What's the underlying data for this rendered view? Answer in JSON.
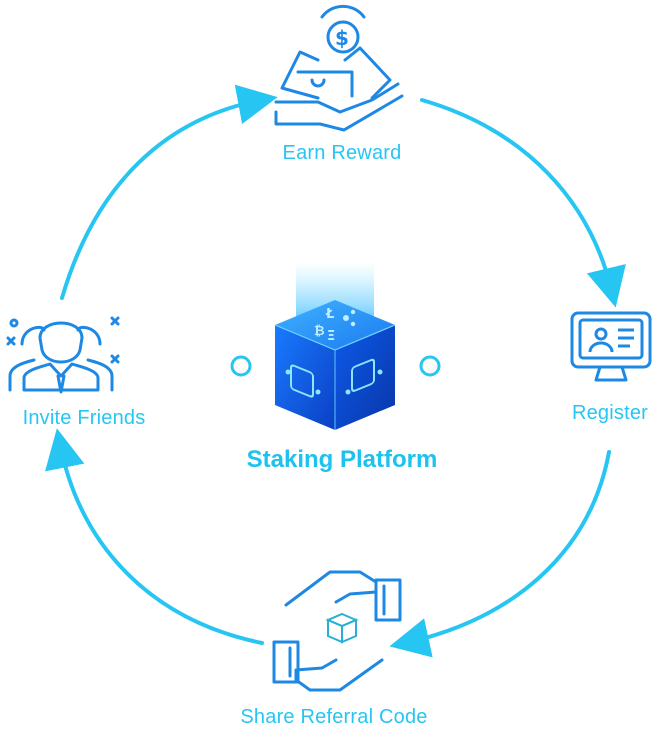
{
  "center": {
    "title": "Staking Platform"
  },
  "steps": [
    {
      "label": "Earn Reward",
      "icon": "hand-money-icon"
    },
    {
      "label": "Register",
      "icon": "monitor-profile-icon"
    },
    {
      "label": "Share Referral Code",
      "icon": "hands-exchange-icon"
    },
    {
      "label": "Invite Friends",
      "icon": "group-people-icon"
    }
  ],
  "colors": {
    "primary": "#1e88e5",
    "accent": "#27c6f2",
    "title": "#1ec2ef",
    "cube_dark": "#0a4fd1",
    "cube_light": "#3aa0ff"
  }
}
